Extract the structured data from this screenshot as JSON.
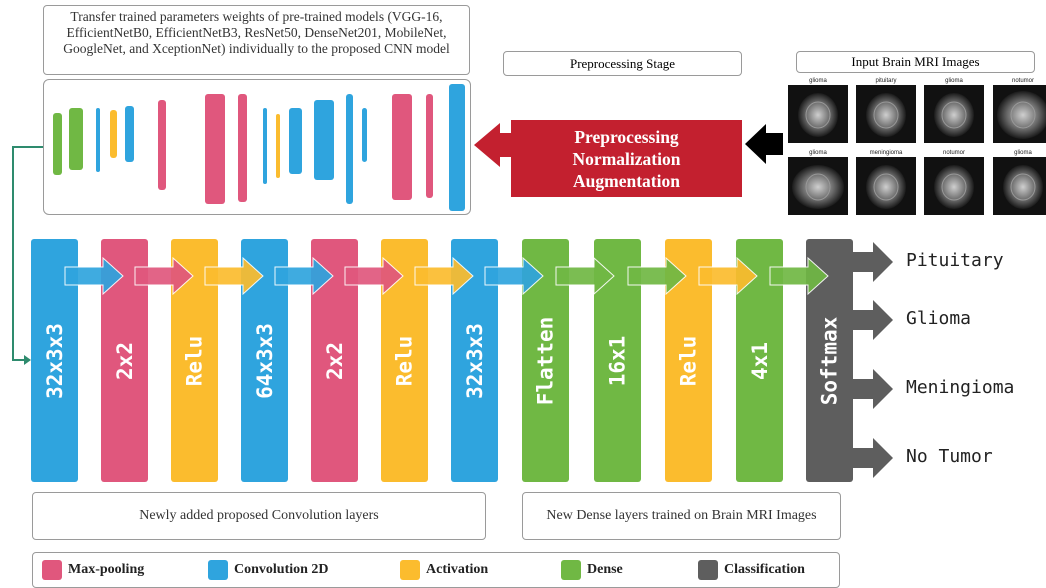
{
  "transfer_text": "Transfer trained parameters weights of pre-trained models (VGG-16, EfficientNetB0, EfficientNetB3, ResNet50, DenseNet201, MobileNet, GoogleNet, and XceptionNet) individually to the proposed CNN model",
  "preprocessing_stage_label": "Preprocessing Stage",
  "input_images_label": "Input Brain MRI Images",
  "preprocessing_box": {
    "line1": "Preprocessing",
    "line2": "Normalization",
    "line3": "Augmentation"
  },
  "mri_images": [
    {
      "label": "glioma"
    },
    {
      "label": "pituitary"
    },
    {
      "label": "glioma"
    },
    {
      "label": "notumor"
    },
    {
      "label": "glioma"
    },
    {
      "label": "meningioma"
    },
    {
      "label": "notumor"
    },
    {
      "label": "glioma"
    }
  ],
  "layers": [
    {
      "label": "32x3x3",
      "type": "conv"
    },
    {
      "label": "2x2",
      "type": "pool"
    },
    {
      "label": "Relu",
      "type": "act"
    },
    {
      "label": "64x3x3",
      "type": "conv"
    },
    {
      "label": "2x2",
      "type": "pool"
    },
    {
      "label": "Relu",
      "type": "act"
    },
    {
      "label": "32x3x3",
      "type": "conv"
    },
    {
      "label": "Flatten",
      "type": "dense"
    },
    {
      "label": "16x1",
      "type": "dense"
    },
    {
      "label": "Relu",
      "type": "act"
    },
    {
      "label": "4x1",
      "type": "dense"
    },
    {
      "label": "Softmax",
      "type": "class"
    }
  ],
  "outputs": [
    "Pituitary",
    "Glioma",
    "Meningioma",
    "No Tumor"
  ],
  "conv_caption": "Newly added proposed Convolution layers",
  "dense_caption": "New Dense layers trained on Brain MRI Images",
  "legend": [
    {
      "label": "Max-pooling",
      "color": "#e0577d"
    },
    {
      "label": "Convolution 2D",
      "color": "#2fa4de"
    },
    {
      "label": "Activation",
      "color": "#fbbc2e"
    },
    {
      "label": "Dense",
      "color": "#70b844"
    },
    {
      "label": "Classification",
      "color": "#5e5e5e"
    }
  ],
  "colors": {
    "conv": "#2fa4de",
    "pool": "#e0577d",
    "act": "#fbbc2e",
    "dense": "#70b844",
    "class": "#5e5e5e",
    "preprocessing": "#c3202f",
    "connector": "#2e8b6e"
  }
}
